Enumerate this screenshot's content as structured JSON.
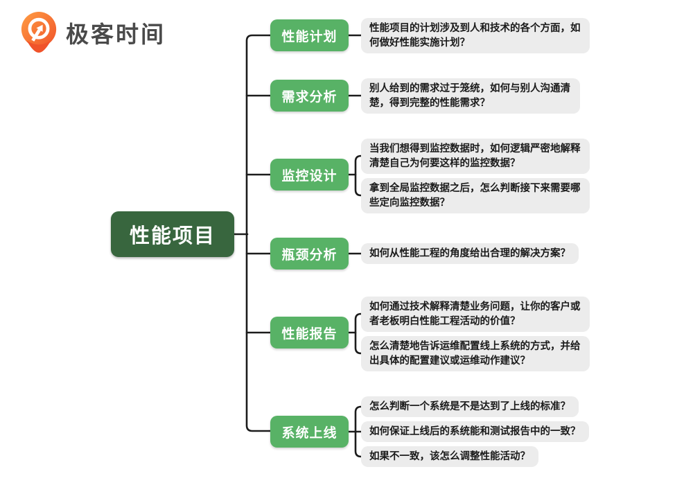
{
  "logo": {
    "brand": "极客时间",
    "icon": "geektime-pin-icon"
  },
  "colors": {
    "root_bg": "#38663E",
    "branch_bg": "#58B266",
    "leaf_bg": "#ECECEC",
    "line": "#1C1C1C",
    "brand_orange": "#F0532A",
    "brand_orange_light": "#FF9D43",
    "brand_text": "#4A4A4A"
  },
  "mindmap": {
    "root": {
      "label": "性能项目"
    },
    "branches": [
      {
        "label": "性能计划",
        "leaves": [
          "性能项目的计划涉及到人和技术的各个方面，如何做好性能实施计划？"
        ]
      },
      {
        "label": "需求分析",
        "leaves": [
          "别人给到的需求过于笼统，如何与别人沟通清楚，得到完整的性能需求？"
        ]
      },
      {
        "label": "监控设计",
        "leaves": [
          "当我们想得到监控数据时，如何逻辑严密地解释清楚自己为何要这样的监控数据？",
          "拿到全局监控数据之后，怎么判断接下来需要哪些定向监控数据？"
        ]
      },
      {
        "label": "瓶颈分析",
        "leaves": [
          "如何从性能工程的角度给出合理的解决方案？"
        ]
      },
      {
        "label": "性能报告",
        "leaves": [
          "如何通过技术解释清楚业务问题，让你的客户或者老板明白性能工程活动的价值？",
          "怎么清楚地告诉运维配置线上系统的方式，并给出具体的配置建议或运维动作建议？"
        ]
      },
      {
        "label": "系统上线",
        "leaves": [
          "怎么判断一个系统是不是达到了上线的标准？",
          "如何保证上线后的系统能和测试报告中的一致？",
          "如果不一致，该怎么调整性能活动？"
        ]
      }
    ]
  }
}
